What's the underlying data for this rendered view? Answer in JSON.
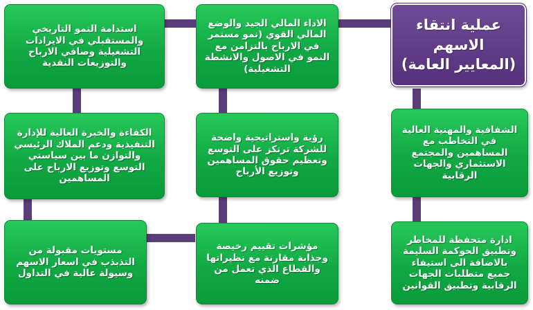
{
  "header_box": {
    "text": "عملية انتقاء\nالاسهم\n(المعايير العامة)"
  },
  "boxes": {
    "r1_center": "الاداء المالي الجيد والوضع المالي القوي (نمو مستمر في الارباح بالتزامن مع النمو في الاصول والانشطة التشغيلية)",
    "r1_left": "استدامة النمو التاريخي والمستقبلي في الايرادات التشغيلية وصافي الارباح والتوزيعات النقدية",
    "r2_right": "الشفافية والمهنية العالية في التخاطب مع المساهمين والمجتمع الاستثماري والجهات الرقابية",
    "r2_center": "رؤية واستراتيجية واضحة للشركة ترتكز على التوسع وتعظيم حقوق المساهمين وتوزيع الأرباح",
    "r2_left": "الكفاءة والخبرة العالية للإدارة التنفيذية ودعم الملاك الرئيسي والتوازن ما بين سياستي التوسع وتوزيع الارباح على المساهمين",
    "r3_right": "ادارة متحفظة للمخاطر وتطبيق الحوكمة السليمة بالاضافة الى استيفاء جميع متطلبات الجهات الرقابية وتطبيق القوانين",
    "r3_center": "مؤشرات تقييم رخيصة وجذابة مقارنة مع نظيراتها والقطاع الذي تعمل من ضمنه",
    "r3_left": "مستويات مقبولة من التذبذب في اسعار الاسهم وسيولة عالية في التداول"
  },
  "colors": {
    "green": "#12a944",
    "purple": "#55317b",
    "connector": "#5b3d7a"
  }
}
